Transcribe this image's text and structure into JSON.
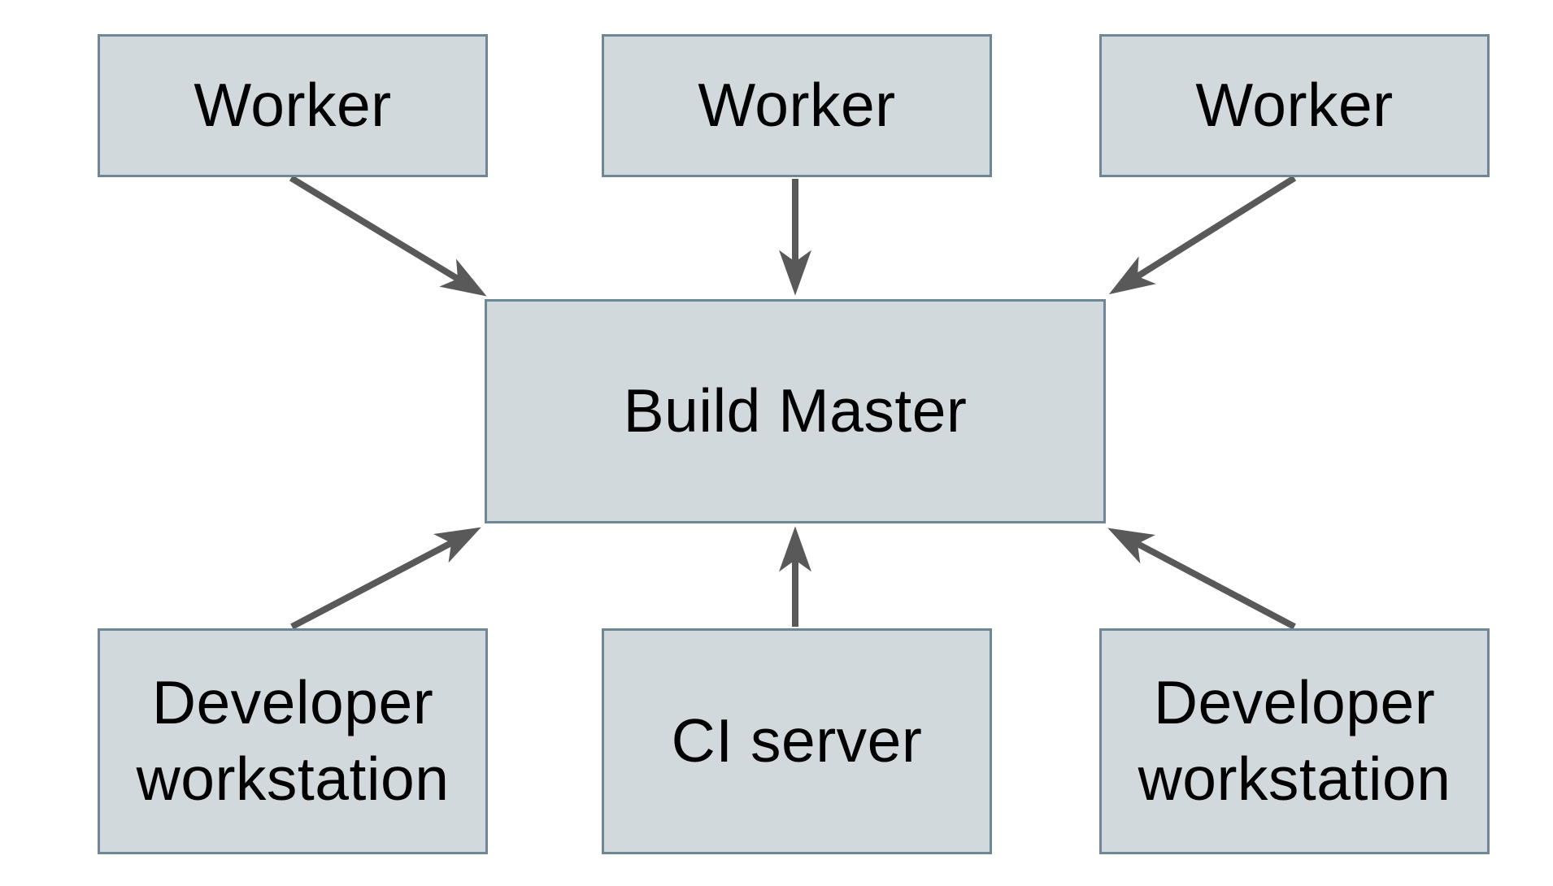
{
  "diagram": {
    "colors": {
      "background": "#ffffff",
      "box_fill": "#d2d9dc",
      "box_border": "#6d8794",
      "arrow_color": "#595959",
      "text_color": "#000000"
    },
    "nodes": {
      "worker1": {
        "label": "Worker"
      },
      "worker2": {
        "label": "Worker"
      },
      "worker3": {
        "label": "Worker"
      },
      "buildMaster": {
        "label": "Build Master"
      },
      "devWorkstationLeft": {
        "label": "Developer workstation"
      },
      "ciServer": {
        "label": "CI server"
      },
      "devWorkstationRight": {
        "label": "Developer workstation"
      }
    },
    "edges": [
      {
        "from": "worker1",
        "to": "buildMaster"
      },
      {
        "from": "worker2",
        "to": "buildMaster"
      },
      {
        "from": "worker3",
        "to": "buildMaster"
      },
      {
        "from": "devWorkstationLeft",
        "to": "buildMaster"
      },
      {
        "from": "ciServer",
        "to": "buildMaster"
      },
      {
        "from": "devWorkstationRight",
        "to": "buildMaster"
      }
    ]
  }
}
